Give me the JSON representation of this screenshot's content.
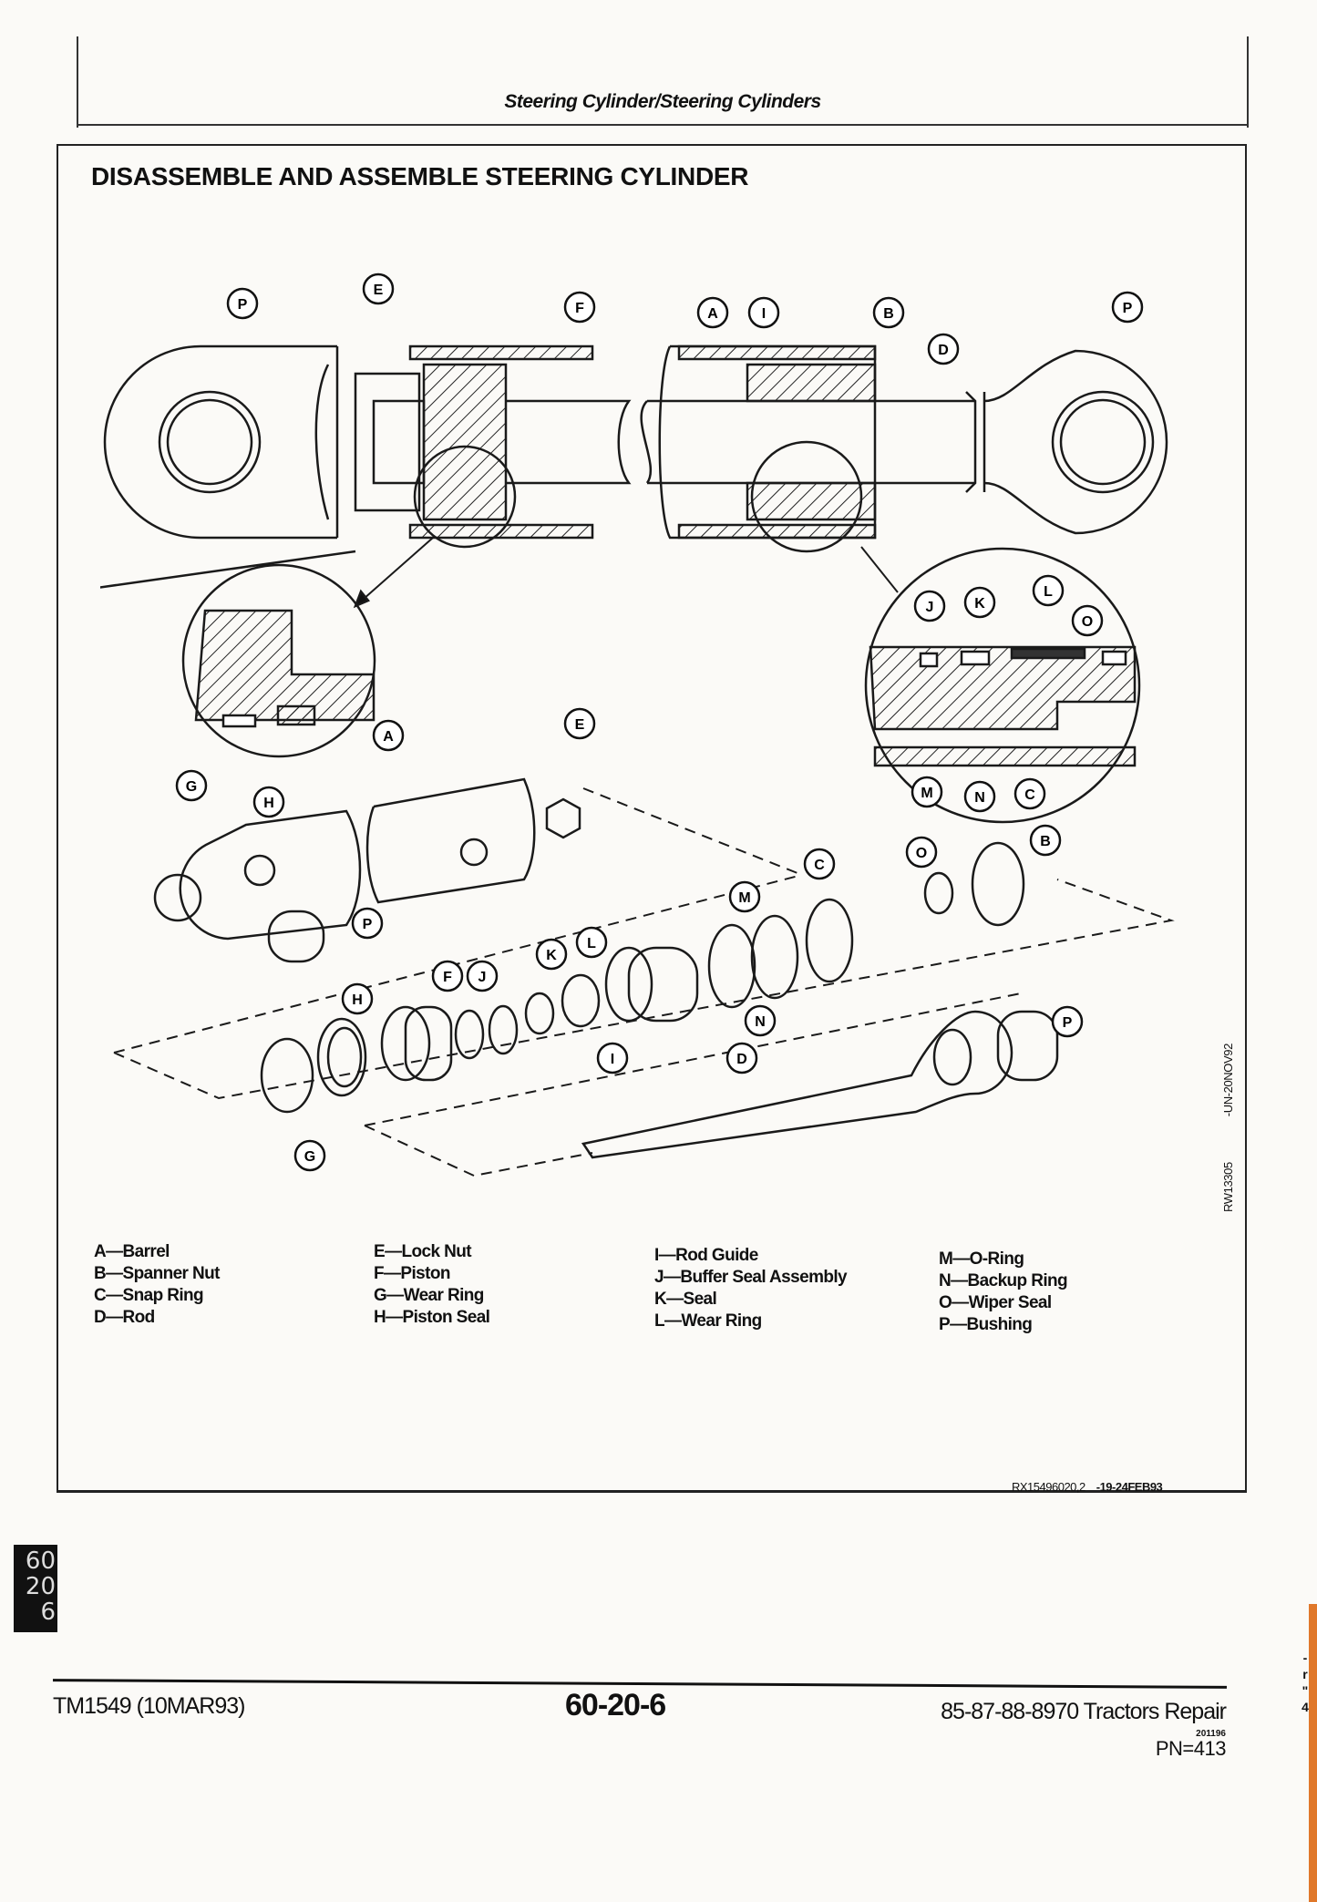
{
  "header": {
    "title": "Steering Cylinder/Steering Cylinders"
  },
  "section": {
    "title": "DISASSEMBLE AND ASSEMBLE STEERING CYLINDER"
  },
  "diagram": {
    "callouts": [
      "P",
      "E",
      "F",
      "A",
      "I",
      "B",
      "D",
      "P",
      "J",
      "K",
      "L",
      "O",
      "M",
      "N",
      "C",
      "G",
      "H",
      "A",
      "E",
      "O",
      "B",
      "C",
      "M",
      "P",
      "H",
      "F",
      "J",
      "K",
      "L",
      "N",
      "I",
      "D",
      "P",
      "G"
    ],
    "side_code": [
      "RW13305",
      "-UN-20NOV92"
    ]
  },
  "legend": {
    "columns": [
      [
        "A—Barrel",
        "B—Spanner Nut",
        "C—Snap Ring",
        "D—Rod"
      ],
      [
        "E—Lock Nut",
        "F—Piston",
        "G—Wear Ring",
        "H—Piston Seal"
      ],
      [
        "I—Rod Guide",
        "J—Buffer Seal Assembly",
        "K—Seal",
        "L—Wear Ring"
      ],
      [
        "M—O-Ring",
        "N—Backup Ring",
        "O—Wiper Seal",
        "P—Bushing"
      ]
    ]
  },
  "figure_code": {
    "id": "RX15496020,2",
    "date": "-19-24FEB93"
  },
  "tab": {
    "lines": [
      "60",
      "20",
      "6"
    ]
  },
  "footer": {
    "manual": "TM1549 (10MAR93)",
    "page": "60-20-6",
    "title": "85-87-88-8970 Tractors Repair",
    "code": "201196",
    "pn": "PN=413"
  },
  "margin_marks": [
    "-",
    "r",
    "\"",
    "4"
  ]
}
